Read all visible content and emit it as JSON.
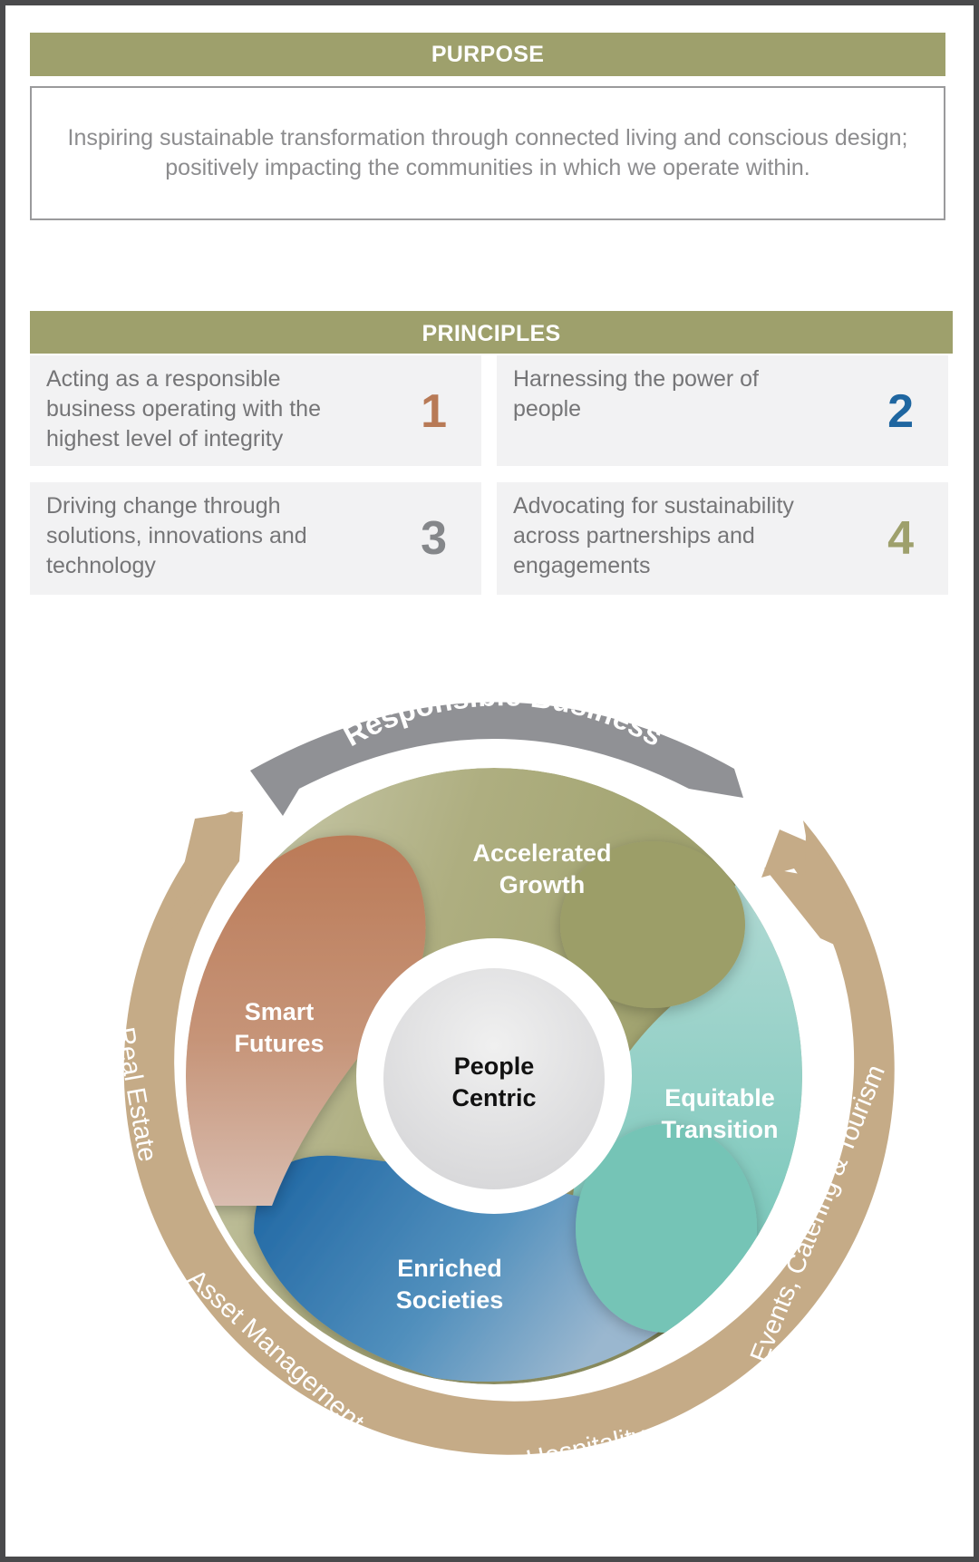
{
  "purpose": {
    "title": "PURPOSE",
    "text": "Inspiring sustainable transformation through connected living and conscious design; positively impacting the communities in which we operate within."
  },
  "principles": {
    "title": "PRINCIPLES",
    "items": [
      {
        "number": "1",
        "text": "Acting as a responsible business operating with the highest level of integrity",
        "color": "#b87a56"
      },
      {
        "number": "2",
        "text": "Harnessing the power of people",
        "color": "#1f66a0"
      },
      {
        "number": "3",
        "text": "Driving change through solutions, innovations and technology",
        "color": "#85878a"
      },
      {
        "number": "4",
        "text": "Advocating for sustainability across partnerships and engagements",
        "color": "#9ea06c"
      }
    ]
  },
  "diagram": {
    "top_arrow": "Responsible Business",
    "center": {
      "line1": "People",
      "line2": "Centric"
    },
    "segments": [
      {
        "line1": "Accelerated",
        "line2": "Growth",
        "color": "#9ea06c"
      },
      {
        "line1": "Equitable",
        "line2": "Transition",
        "color": "#7fc7bb"
      },
      {
        "line1": "Enriched",
        "line2": "Societies",
        "color": "#2a6ea8"
      },
      {
        "line1": "Smart",
        "line2": "Futures",
        "color": "#bb7b59"
      }
    ],
    "outer_ring": [
      "Real Estate",
      "Asset Management",
      "Hospitality",
      "Events, Catering & Tourism"
    ],
    "colors": {
      "ring": "#c5ab87",
      "arrow": "#909195",
      "center": "#e4e4e5"
    }
  }
}
